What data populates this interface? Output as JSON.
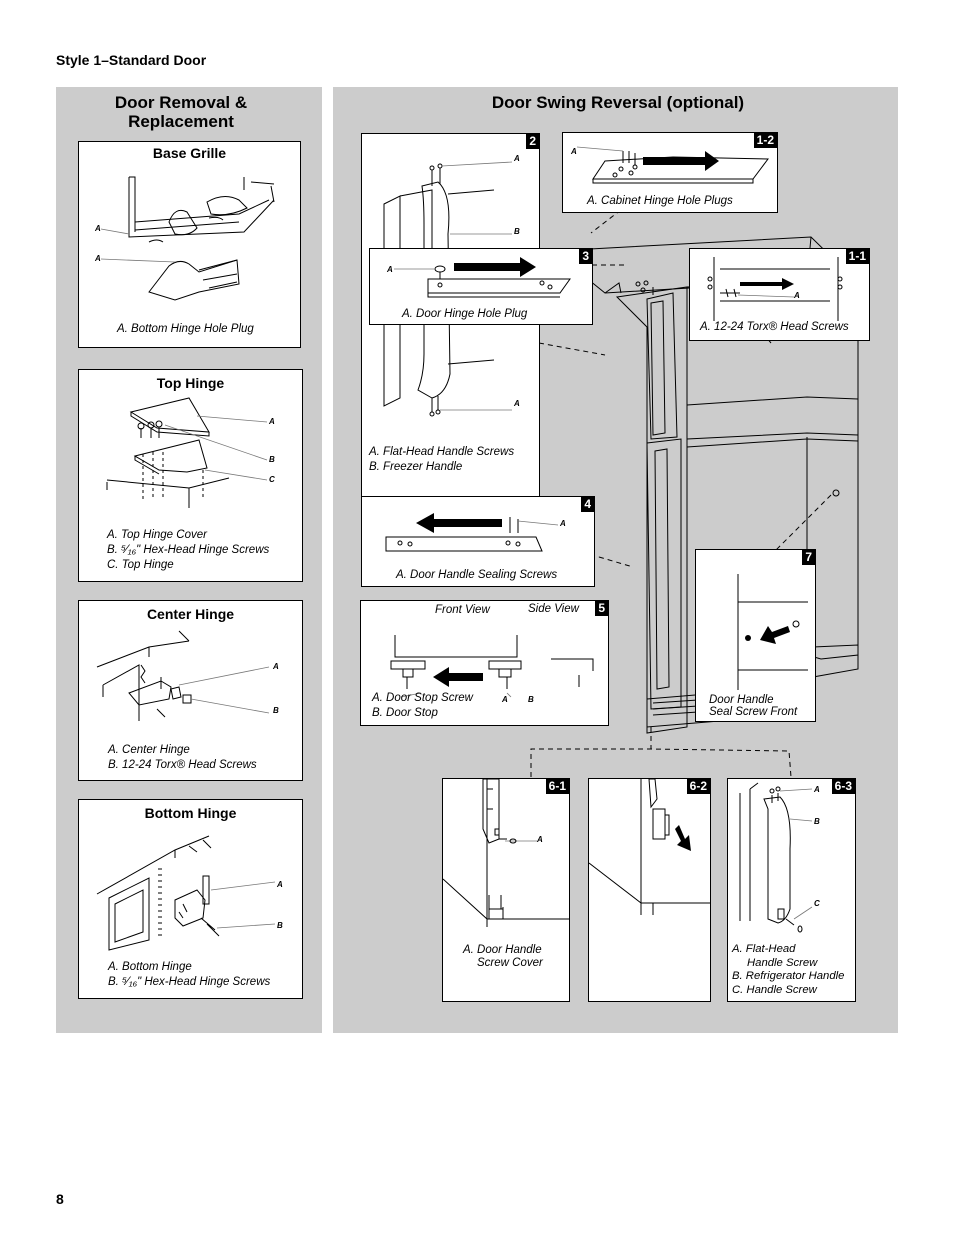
{
  "page": {
    "header": "Style 1–Standard Door",
    "page_number": "8"
  },
  "left_panel": {
    "title_line1": "Door Removal &",
    "title_line2": "Replacement",
    "base_grille": {
      "title": "Base Grille",
      "label_a": "A",
      "caption_a": "A. Bottom Hinge Hole Plug"
    },
    "top_hinge": {
      "title": "Top Hinge",
      "labels": [
        "A",
        "B",
        "C"
      ],
      "captions": [
        "A. Top Hinge Cover",
        "B. ⁵⁄₁₆\" Hex-Head Hinge Screws",
        "C. Top Hinge"
      ]
    },
    "center_hinge": {
      "title": "Center Hinge",
      "labels": [
        "A",
        "B"
      ],
      "captions": [
        "A. Center Hinge",
        "B. 12-24 Torx® Head Screws"
      ]
    },
    "bottom_hinge": {
      "title": "Bottom Hinge",
      "labels": [
        "A",
        "B"
      ],
      "captions": [
        "A. Bottom Hinge",
        "B. ⁵⁄₁₆\" Hex-Head Hinge Screws"
      ]
    }
  },
  "right_panel": {
    "title": "Door Swing Reversal (optional)",
    "step_2": {
      "num": "2",
      "labels": [
        "A",
        "B",
        "A"
      ],
      "captions": [
        "A. Flat-Head Handle Screws",
        "B. Freezer Handle"
      ]
    },
    "step_1_2": {
      "num": "1-2",
      "label": "A",
      "caption": "A. Cabinet Hinge Hole Plugs"
    },
    "step_3": {
      "num": "3",
      "label": "A",
      "caption": "A. Door Hinge Hole Plug"
    },
    "step_1_1": {
      "num": "1-1",
      "label": "A",
      "caption": "A. 12-24 Torx® Head Screws"
    },
    "step_4": {
      "num": "4",
      "label": "A",
      "caption": "A. Door Handle Sealing Screws"
    },
    "step_5": {
      "num": "5",
      "front_view": "Front View",
      "side_view": "Side View",
      "labels": [
        "A",
        "B"
      ],
      "captions": [
        "A. Door Stop Screw",
        "B. Door Stop"
      ]
    },
    "step_7": {
      "num": "7",
      "caption_line1": "Door Handle",
      "caption_line2": "Seal Screw Front"
    },
    "step_6_1": {
      "num": "6-1",
      "label": "A",
      "caption_line1": "A. Door Handle",
      "caption_line2": "Screw Cover"
    },
    "step_6_2": {
      "num": "6-2"
    },
    "step_6_3": {
      "num": "6-3",
      "labels": [
        "A",
        "B",
        "C"
      ],
      "captions": [
        "A. Flat-Head",
        "Handle Screw",
        "B. Refrigerator Handle",
        "C. Handle Screw"
      ]
    }
  },
  "colors": {
    "panel_bg": "#cccccc",
    "box_bg": "#ffffff",
    "ink": "#000000"
  }
}
